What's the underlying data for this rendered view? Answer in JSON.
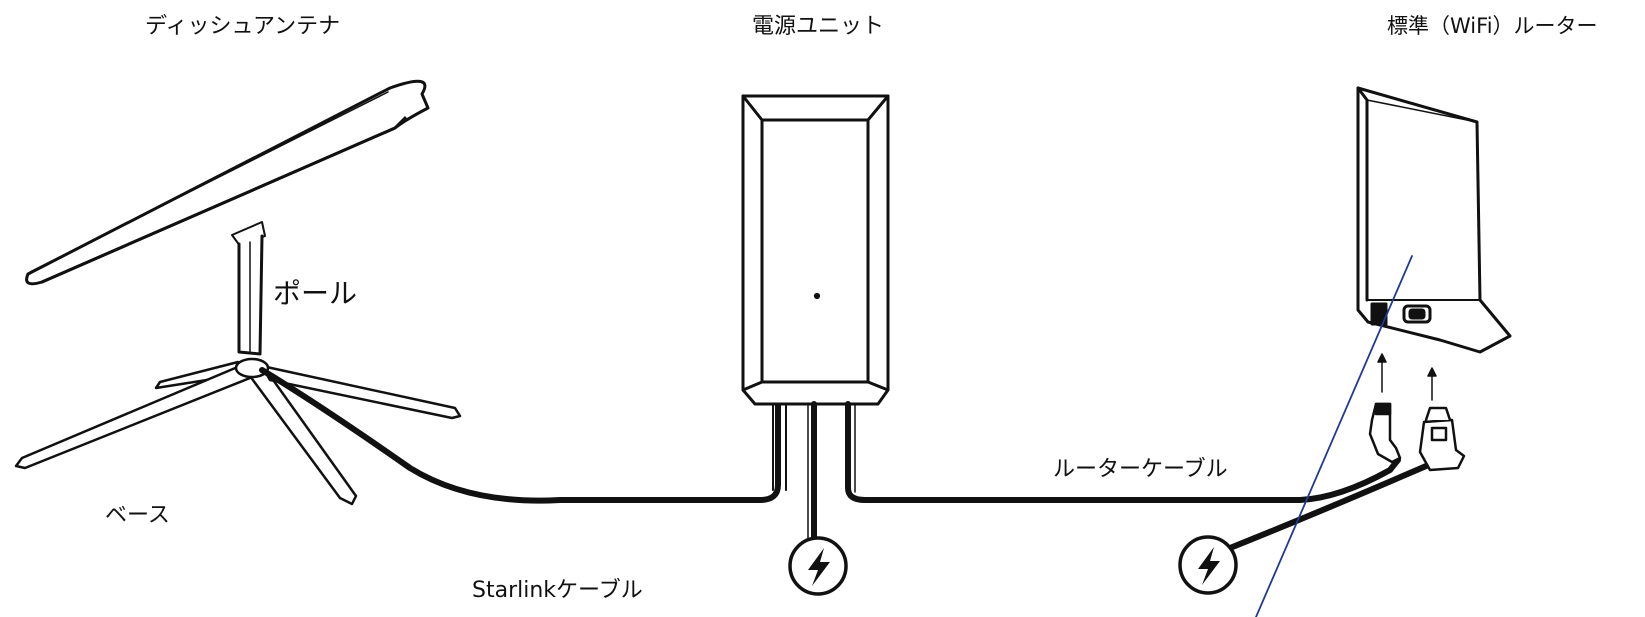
{
  "labels": {
    "dish": "ディッシュアンテナ",
    "power_unit": "電源ユニット",
    "router": "標準（WiFi）ルーター",
    "pole": "ポール",
    "base": "ベース",
    "starlink_cable": "Starlinkケーブル",
    "router_cable": "ルーターケーブル"
  },
  "colors": {
    "line": "#111111",
    "annotation": "#1f3a93"
  },
  "icons": [
    "power-bolt-icon",
    "power-bolt-icon"
  ]
}
